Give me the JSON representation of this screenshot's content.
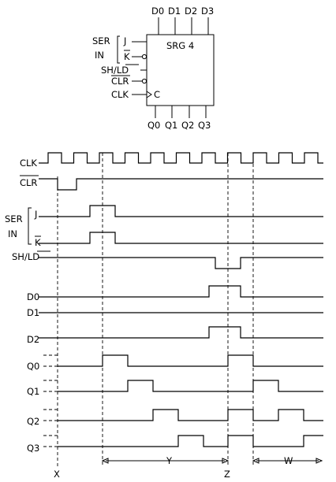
{
  "block": {
    "title": "SRG 4",
    "top_inputs": [
      "D0",
      "D1",
      "D2",
      "D3"
    ],
    "bottom_outputs": [
      "Q0",
      "Q1",
      "Q2",
      "Q3"
    ],
    "ser_label": "SER",
    "in_label": "IN",
    "j_label": "J",
    "k_label": "K",
    "shld_label": "SH/LD",
    "clr_label": "CLR",
    "clk_label": "CLK",
    "c_label": "C"
  },
  "timing": {
    "labels": {
      "clk": "CLK",
      "clr": "CLR",
      "ser": "SER",
      "in": "IN",
      "j": "J",
      "k": "K",
      "shld": "SH/LD",
      "d0": "D0",
      "d1": "D1",
      "d2": "D2",
      "q0": "Q0",
      "q1": "Q1",
      "q2": "Q2",
      "q3": "Q3"
    },
    "markers": {
      "x": "X",
      "y": "Y",
      "z": "Z",
      "w": "W"
    }
  }
}
